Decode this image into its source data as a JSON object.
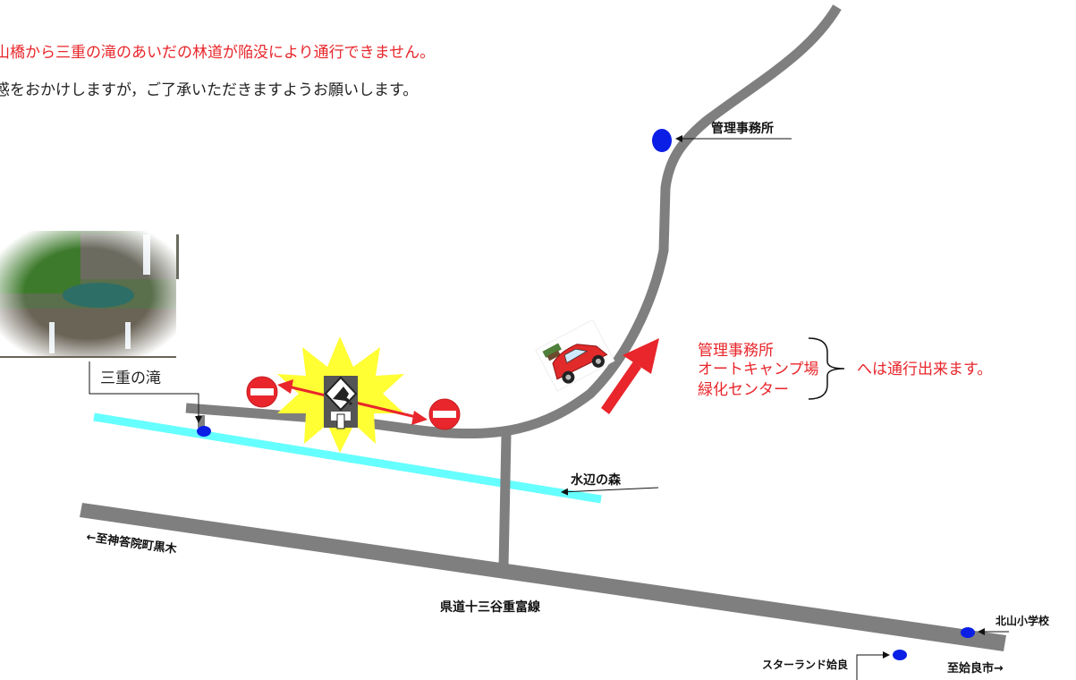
{
  "notice": {
    "line1": "山橋から三重の滝のあいだの林道が陥没により通行できません。",
    "line2": "惑をおかけしますが，ご了承いただきますようお願いします。"
  },
  "places": {
    "management_office": "管理事務所",
    "mie_falls": "三重の滝",
    "mizube_forest": "水辺の森",
    "to_kamou_kuroki": "←至神答院町黒木",
    "prefectural_road": "県道十三谷重富線",
    "kitayama_school": "北山小学校",
    "starland_aira": "スターランド姶良",
    "to_aira_city": "至姶良市→"
  },
  "passable": {
    "items": [
      "管理事務所",
      "オートキャンプ場",
      "緑化センター"
    ],
    "suffix": "へは通行出来ます。"
  },
  "colors": {
    "road": "#7f7f7f",
    "river": "#66ffff",
    "notice_red": "#e8262b",
    "marker_blue": "#0a1ee6",
    "warning_yellow": "#ffff33"
  },
  "icons": {
    "no_entry": "no-entry-sign-icon",
    "landslide": "landslide-warning-icon",
    "car": "car-icon",
    "photo": "waterfall-photo"
  }
}
